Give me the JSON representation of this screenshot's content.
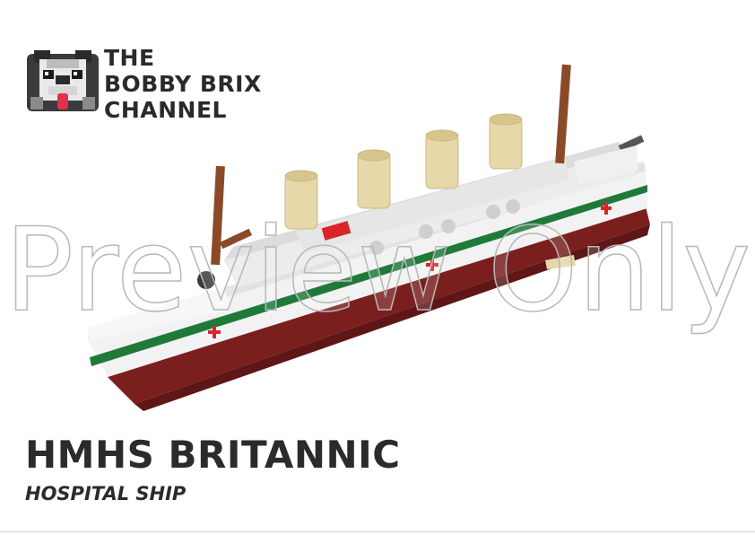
{
  "branding": {
    "line1": "THE",
    "line2": "BOBBY BRIX",
    "line3": "CHANNEL",
    "logo_icon": "bulldog-face-icon"
  },
  "watermark": {
    "text": "Preview Only"
  },
  "product": {
    "title": "HMHS BRITANNIC",
    "subtitle": "HOSPITAL SHIP"
  },
  "colors": {
    "hull_white": "#f2f2f2",
    "hull_red": "#7a1e1e",
    "stripe_green": "#1f7a3a",
    "cross_red": "#d8262b",
    "funnel_tan": "#e6d8a8",
    "mast_brown": "#8a4a2a",
    "text_dark": "#2b2b2b"
  }
}
